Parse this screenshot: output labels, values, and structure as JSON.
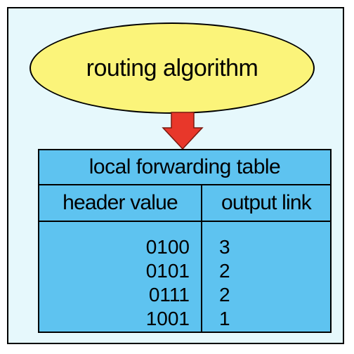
{
  "diagram": {
    "ellipse_label": "routing algorithm",
    "table_title": "local forwarding table",
    "col_header": "header value",
    "col_output": "output link",
    "rows": [
      {
        "header": "0100",
        "link": "3"
      },
      {
        "header": "0101",
        "link": "2"
      },
      {
        "header": "0111",
        "link": "2"
      },
      {
        "header": "1001",
        "link": "1"
      }
    ]
  },
  "colors": {
    "frame_bg": "#e6f8fc",
    "ellipse_fill": "#fbf47a",
    "table_fill": "#5ec3f0",
    "arrow_fill": "#e8372a"
  }
}
